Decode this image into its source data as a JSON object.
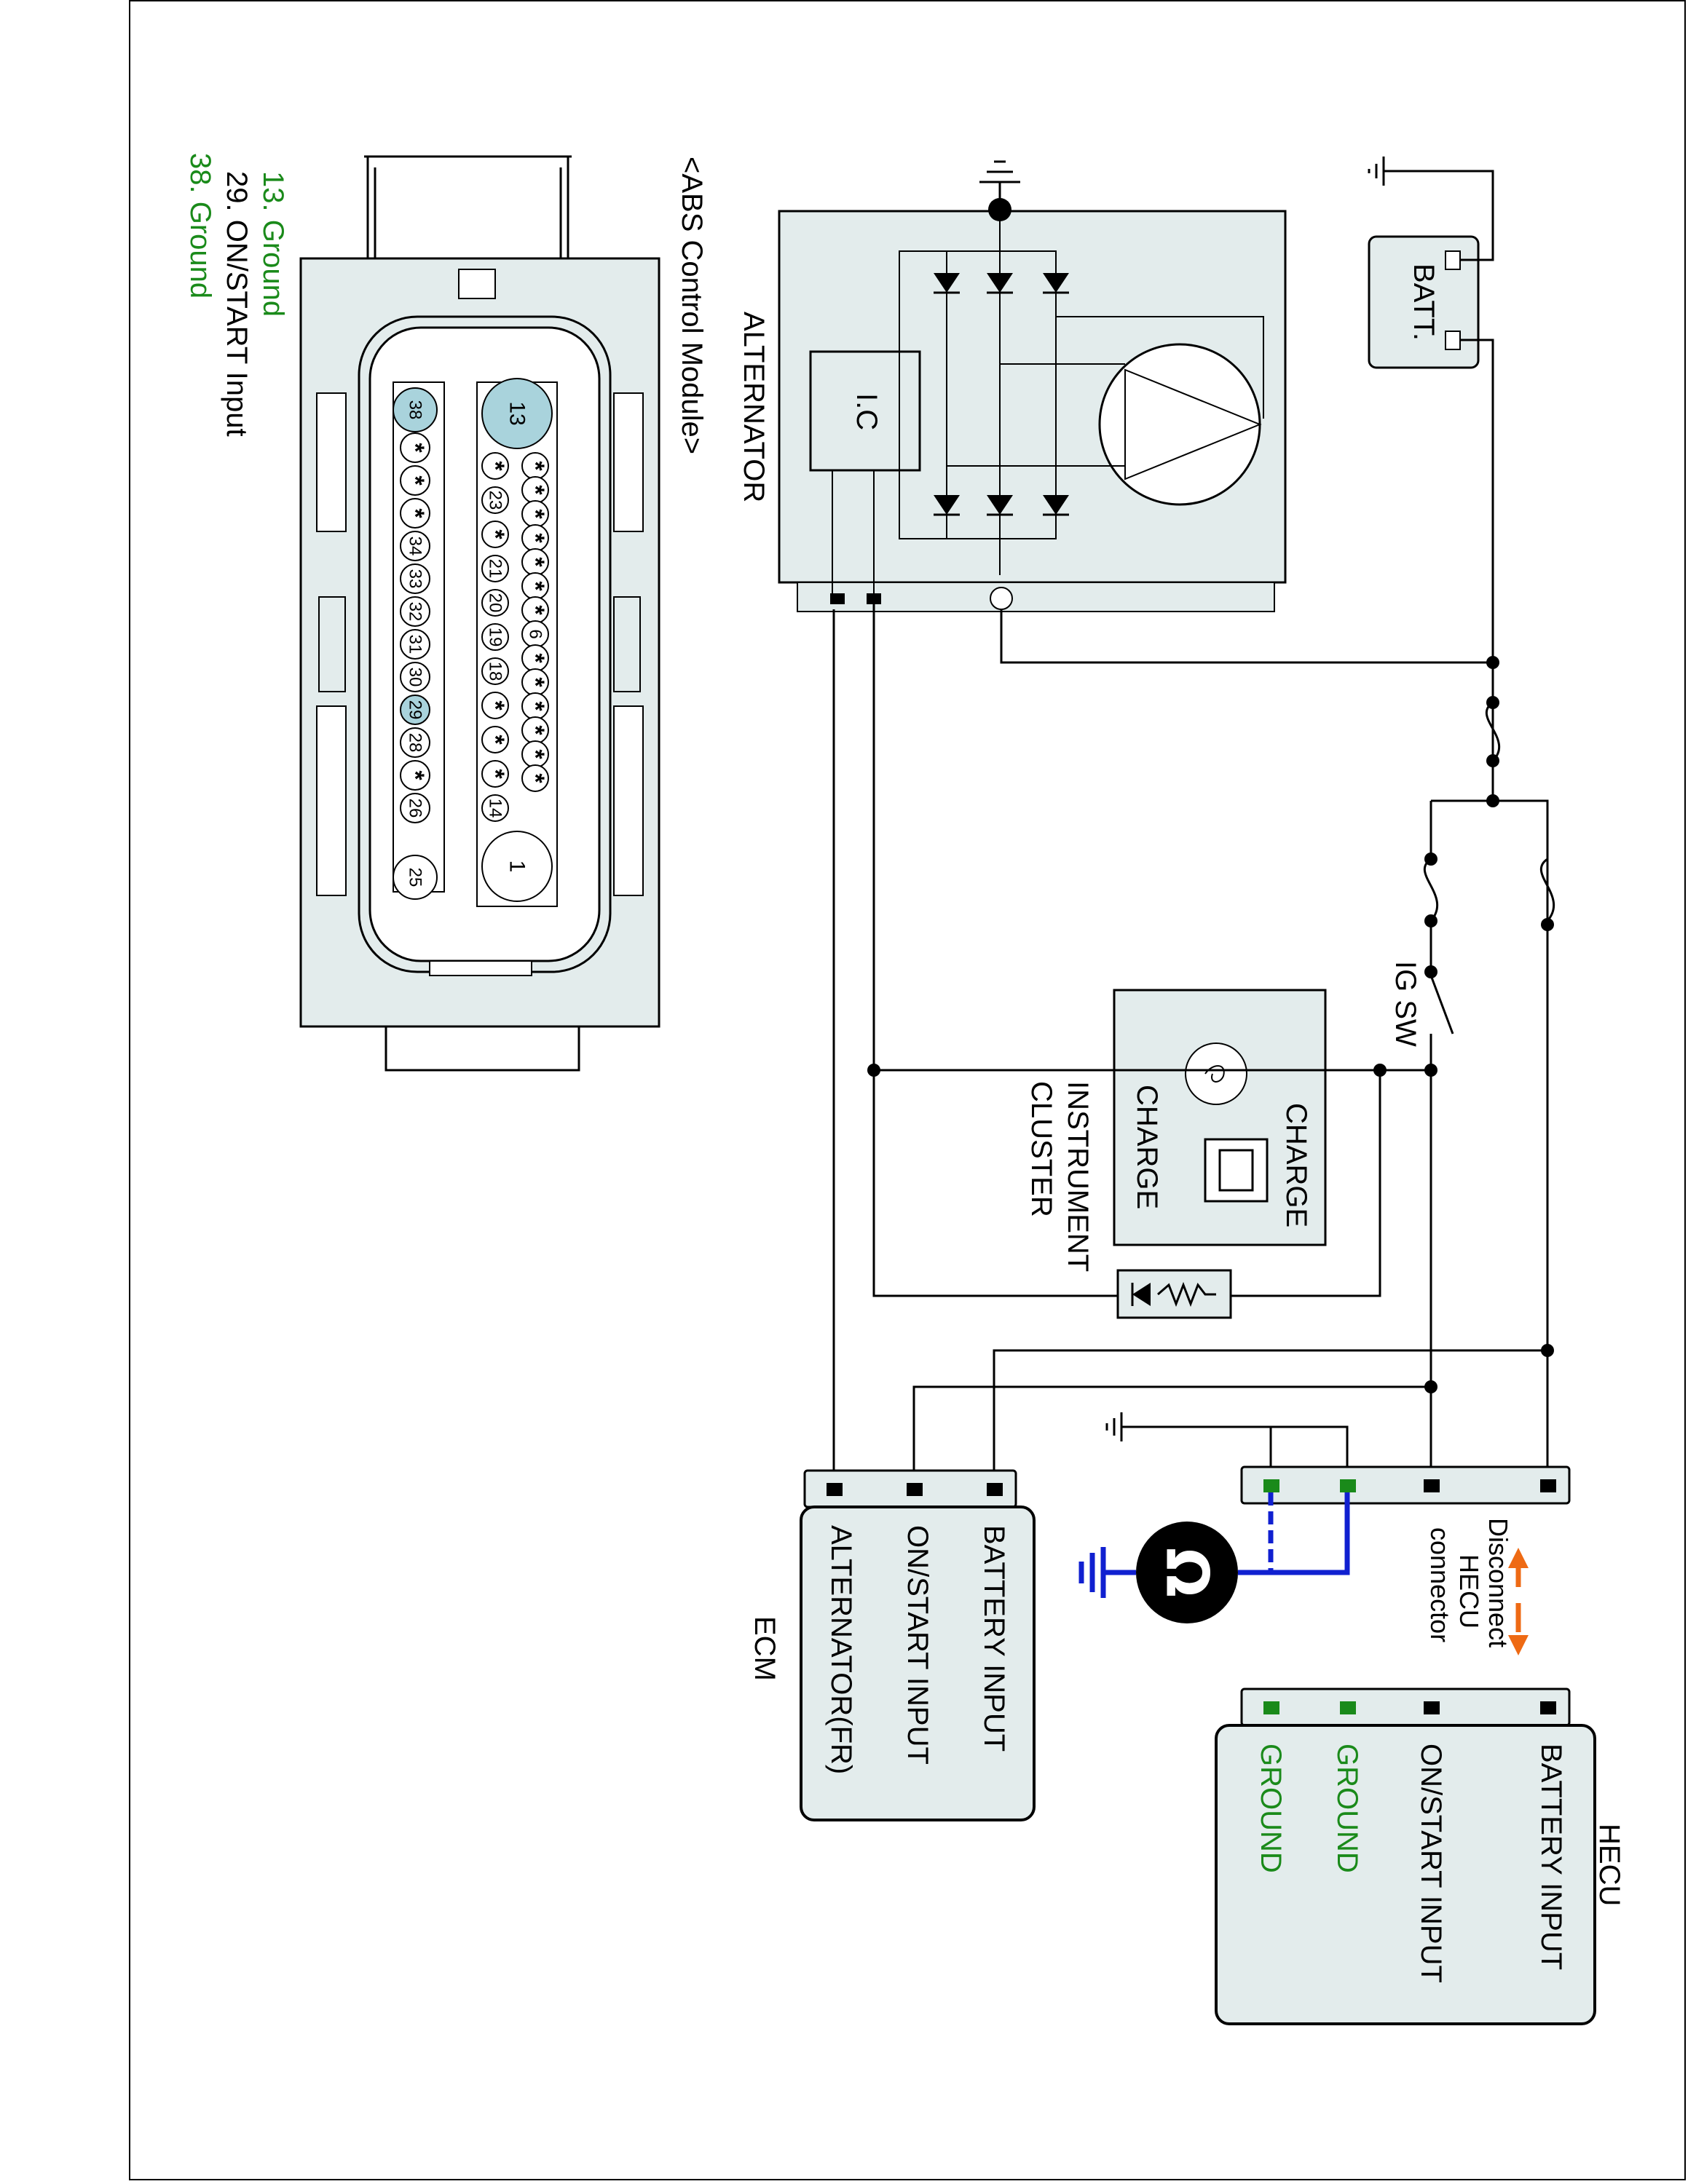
{
  "abs_module": {
    "title": "<ABS Control Module>",
    "legend": [
      {
        "text": "13. Ground",
        "color": "#1a8a1a"
      },
      {
        "text": "29. ON/START Input",
        "color": "#000000"
      },
      {
        "text": "38. Ground",
        "color": "#1a8a1a"
      }
    ],
    "row_top": [
      "13",
      "*",
      "*",
      "*",
      "*",
      "*",
      "*",
      "*",
      "6",
      "*",
      "*",
      "*",
      "*",
      "*",
      "*",
      "1"
    ],
    "row_mid": [
      "*",
      "23",
      "*",
      "21",
      "20",
      "19",
      "18",
      "*",
      "*",
      "*",
      "14"
    ],
    "row_bot": [
      "38",
      "*",
      "*",
      "*",
      "34",
      "33",
      "32",
      "31",
      "30",
      "29",
      "28",
      "*",
      "26",
      "25"
    ],
    "highlighted_pins": [
      "13",
      "29",
      "38"
    ]
  },
  "labels": {
    "alternator": "ALTERNATOR",
    "ic": "I.C",
    "batt": "BATT.",
    "ig_sw": "IG SW",
    "charge_1": "CHARGE",
    "charge_2": "CHARGE",
    "instrument": "INSTRUMENT",
    "cluster": "CLUSTER",
    "ecm": "ECM",
    "hecu": "HECU",
    "disconnect_1": "Disconnect",
    "disconnect_2": "HECU",
    "disconnect_3": "connector"
  },
  "ecm_pins": [
    "BATTERY  INPUT",
    "ON/START INPUT",
    "ALTERNATOR(FR)"
  ],
  "hecu_pins": [
    {
      "text": "BATTERY  INPUT",
      "color": "#000000"
    },
    {
      "text": "ON/START INPUT",
      "color": "#000000"
    },
    {
      "text": "GROUND",
      "color": "#1a8a1a"
    },
    {
      "text": "GROUND",
      "color": "#1a8a1a"
    }
  ],
  "colors": {
    "ground_pin": "#1a8a1a",
    "probe_wire": "#1020d0",
    "arrow": "#ee6a14",
    "pin_highlight": "#a9d3dc",
    "module_fill": "#e3ecec"
  },
  "icons": [
    "ground-symbol-icon",
    "ohmmeter-icon",
    "diode-icon",
    "fuse-icon",
    "lamp-icon",
    "battery-icon"
  ]
}
